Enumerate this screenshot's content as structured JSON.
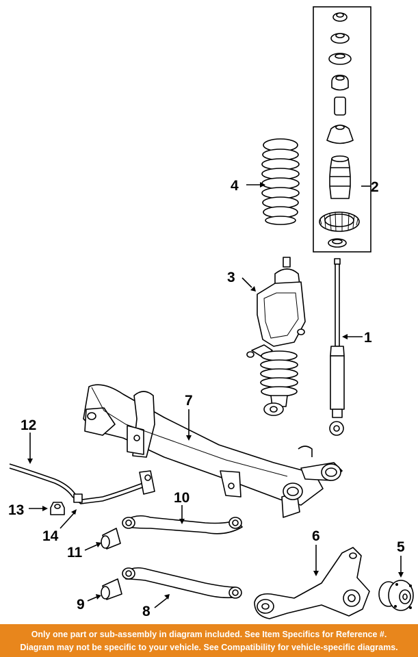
{
  "callouts": {
    "c1": "1",
    "c2": "2",
    "c3": "3",
    "c4": "4",
    "c5": "5",
    "c6": "6",
    "c7": "7",
    "c8": "8",
    "c9": "9",
    "c10": "10",
    "c11": "11",
    "c12": "12",
    "c13": "13",
    "c14": "14"
  },
  "footer": {
    "line1": "Only one part or sub-assembly in diagram included. See Item Specifics for Reference #.",
    "line2": "Diagram may not be specific to your vehicle. See Compatibility for vehicle-specific diagrams."
  },
  "colors": {
    "footer_bg": "#e8861c",
    "footer_text": "#ffffff",
    "ink": "#000000"
  }
}
